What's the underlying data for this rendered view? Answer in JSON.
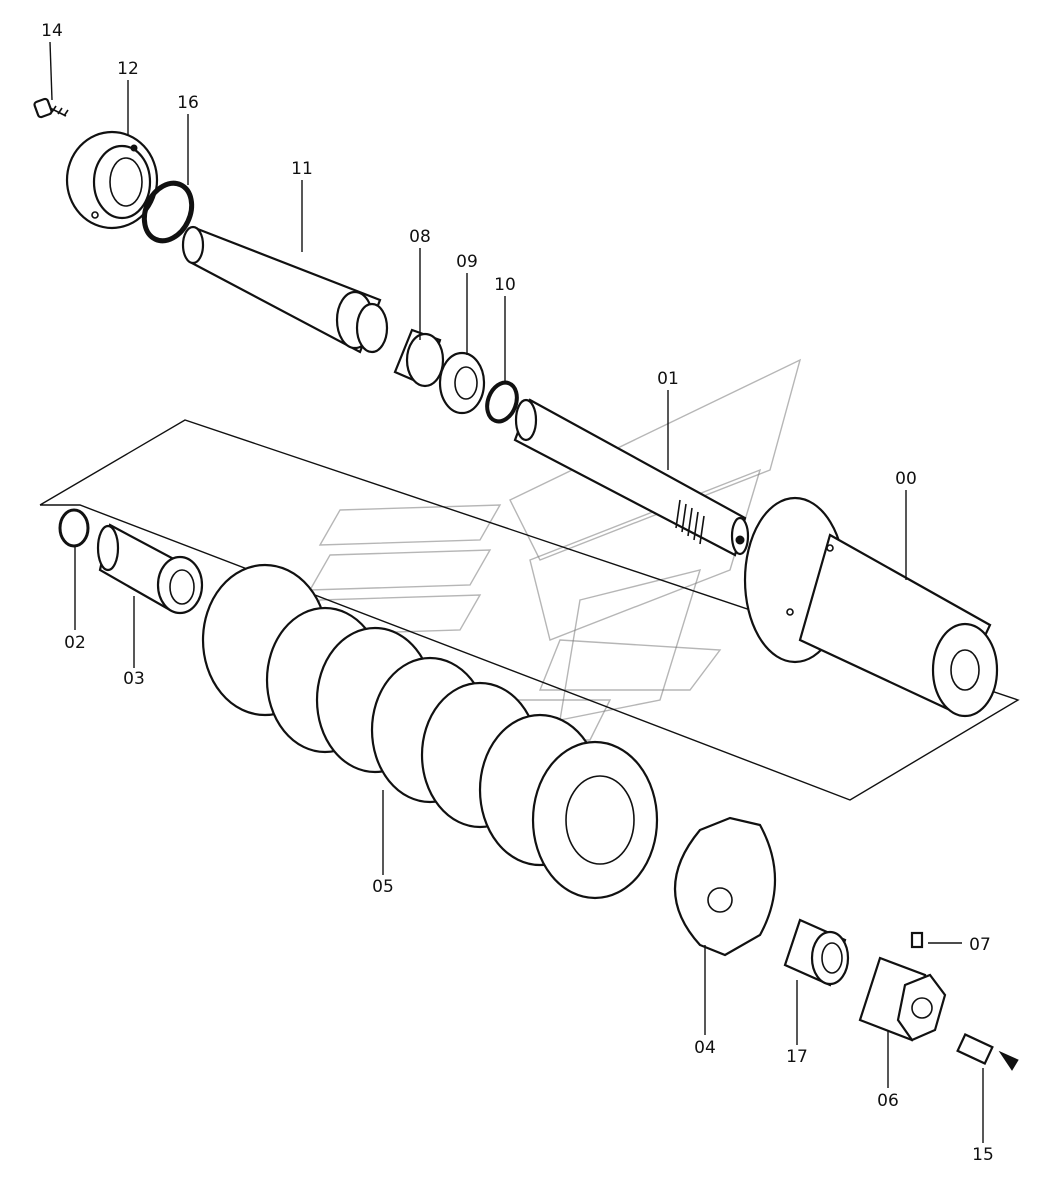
{
  "diagram": {
    "callouts": [
      {
        "id": "14",
        "text": "14"
      },
      {
        "id": "12",
        "text": "12"
      },
      {
        "id": "16",
        "text": "16"
      },
      {
        "id": "11",
        "text": "11"
      },
      {
        "id": "08",
        "text": "08"
      },
      {
        "id": "09",
        "text": "09"
      },
      {
        "id": "10",
        "text": "10"
      },
      {
        "id": "01",
        "text": "01"
      },
      {
        "id": "00",
        "text": "00"
      },
      {
        "id": "02",
        "text": "02"
      },
      {
        "id": "03",
        "text": "03"
      },
      {
        "id": "05",
        "text": "05"
      },
      {
        "id": "04",
        "text": "04"
      },
      {
        "id": "17",
        "text": "17"
      },
      {
        "id": "07",
        "text": "07"
      },
      {
        "id": "06",
        "text": "06"
      },
      {
        "id": "15",
        "text": "15"
      }
    ],
    "line_color": "#111111",
    "watermark_color": "#7a7a7a"
  }
}
